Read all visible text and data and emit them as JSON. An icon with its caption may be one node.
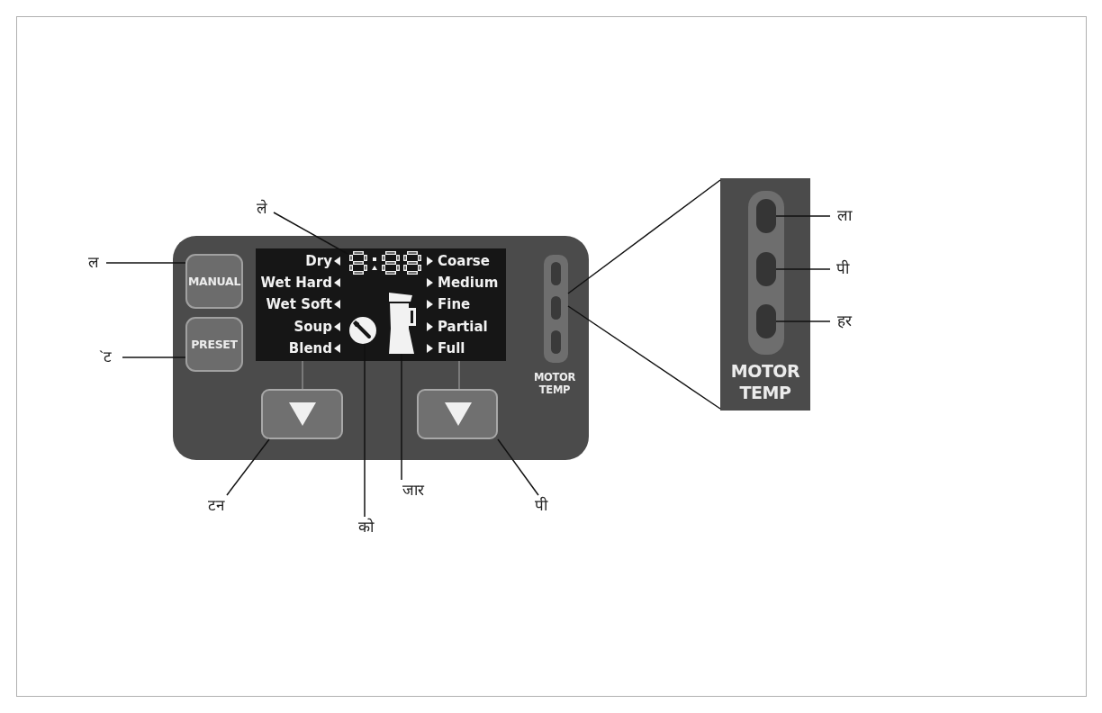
{
  "diagram": {
    "nodes": [
      {
        "text": [],
        "shape": "box"
      },
      {
        "text": [
          "MANUAL"
        ],
        "in": 0
      },
      {
        "text": [
          "PRESET"
        ],
        "in": 0
      },
      {
        "text": [
          "Dry",
          "Wet Hard",
          "Wet Soft",
          "Soup",
          "Blend",
          "Coarse",
          "Medium",
          "Fine",
          "Partial",
          "Full"
        ],
        "in": 0
      },
      {
        "text": [],
        "shape": "box",
        "in": 3
      },
      {
        "text": [],
        "shape": "circle",
        "in": 3
      },
      {
        "text": [],
        "shape": "jar",
        "in": 3
      },
      {
        "text": [],
        "shape": "box",
        "in": 0
      },
      {
        "text": [],
        "shape": "box",
        "in": 0
      },
      {
        "text": [],
        "shape": "box",
        "in": 0
      },
      {
        "text": [
          "MOTOR TEMP"
        ]
      },
      {
        "text": [],
        "shape": "box",
        "in": 10
      },
      {
        "text": [],
        "shape": "box",
        "in": 11
      },
      {
        "text": [],
        "shape": "box",
        "in": 11
      },
      {
        "text": [],
        "shape": "box",
        "in": 11
      },
      {
        "text": [
          "ल"
        ]
      },
      {
        "text": [
          "`ट"
        ]
      },
      {
        "text": [
          "ले"
        ]
      },
      {
        "text": [
          "टन"
        ]
      },
      {
        "text": [
          "को"
        ]
      },
      {
        "text": [
          "जार"
        ]
      },
      {
        "text": [
          "पी"
        ]
      },
      {
        "text": [
          "ला"
        ]
      },
      {
        "text": [
          "पी"
        ]
      },
      {
        "text": [
          "हर"
        ]
      }
    ],
    "edges": [
      {
        "from": 15,
        "to": 1,
        "arrow": "none"
      },
      {
        "from": 16,
        "to": 2,
        "arrow": "none"
      },
      {
        "from": 17,
        "to": 4,
        "arrow": "none"
      },
      {
        "from": 18,
        "to": 7,
        "arrow": "none"
      },
      {
        "from": 19,
        "to": 5,
        "arrow": "none"
      },
      {
        "from": 20,
        "to": 6,
        "arrow": "none"
      },
      {
        "from": 21,
        "to": 8,
        "arrow": "none"
      },
      {
        "from": 22,
        "to": 12,
        "arrow": "none"
      },
      {
        "from": 23,
        "to": 13,
        "arrow": "none"
      },
      {
        "from": 24,
        "to": 14,
        "arrow": "none"
      },
      {
        "from": 9,
        "to": 10,
        "arrow": "none"
      },
      {
        "from": 9,
        "to": 10,
        "arrow": "none"
      },
      {
        "from": 3,
        "to": 7,
        "arrow": "none",
        "color": "#8a8a8a"
      },
      {
        "from": 3,
        "to": 8,
        "arrow": "none",
        "color": "#8a8a8a"
      }
    ],
    "labels": [
      "MOTOR TEMP"
    ]
  }
}
